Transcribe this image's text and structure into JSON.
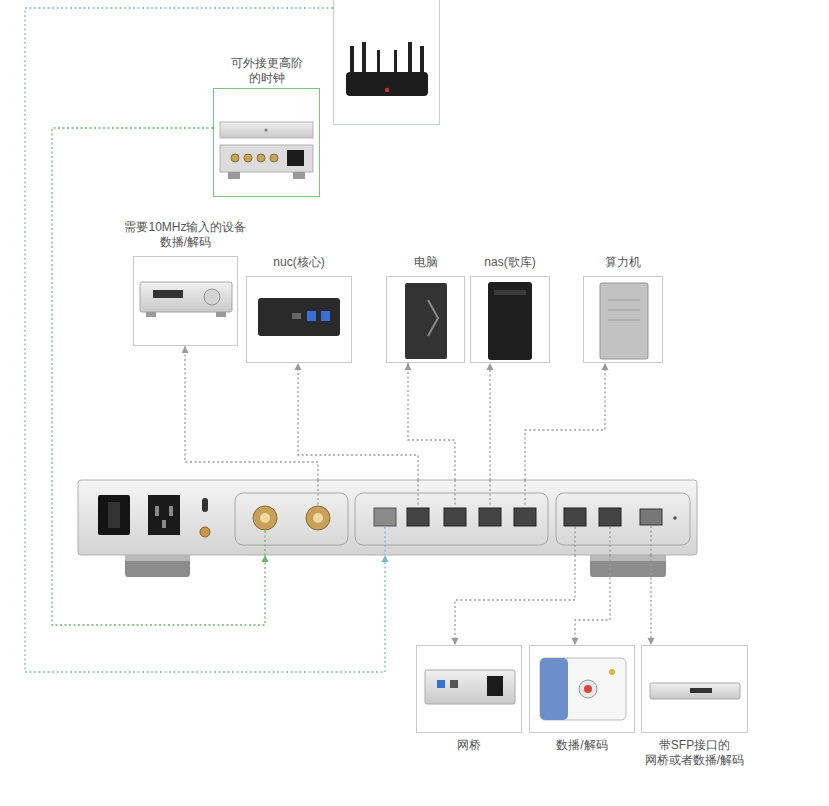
{
  "diagram": {
    "nodes": [
      {
        "text": []
      },
      {
        "text": [
          "可外接更高阶 的时钟"
        ]
      },
      {
        "text": [
          "需要10MHz输入的设备 数播/解码"
        ]
      },
      {
        "text": [
          "nuc(核心)"
        ]
      },
      {
        "text": [
          "电脑"
        ]
      },
      {
        "text": [
          "nas(歌库)"
        ]
      },
      {
        "text": [
          "算力机"
        ]
      },
      {
        "text": []
      },
      {
        "text": [
          "网桥"
        ]
      },
      {
        "text": [
          "数播/解码"
        ]
      },
      {
        "text": [
          "带SFP接口的 网桥或者数播/解码"
        ]
      }
    ],
    "edges": [
      {
        "from": 0,
        "to": 7,
        "arrow": "to"
      },
      {
        "from": 1,
        "to": 7,
        "arrow": "to"
      },
      {
        "from": 7,
        "to": 2,
        "arrow": "to"
      },
      {
        "from": 7,
        "to": 3,
        "arrow": "to"
      },
      {
        "from": 7,
        "to": 4,
        "arrow": "to"
      },
      {
        "from": 7,
        "to": 5,
        "arrow": "to"
      },
      {
        "from": 7,
        "to": 6,
        "arrow": "to"
      },
      {
        "from": 7,
        "to": 8,
        "arrow": "to"
      },
      {
        "from": 7,
        "to": 9,
        "arrow": "to"
      },
      {
        "from": 7,
        "to": 10,
        "arrow": "to"
      }
    ]
  }
}
